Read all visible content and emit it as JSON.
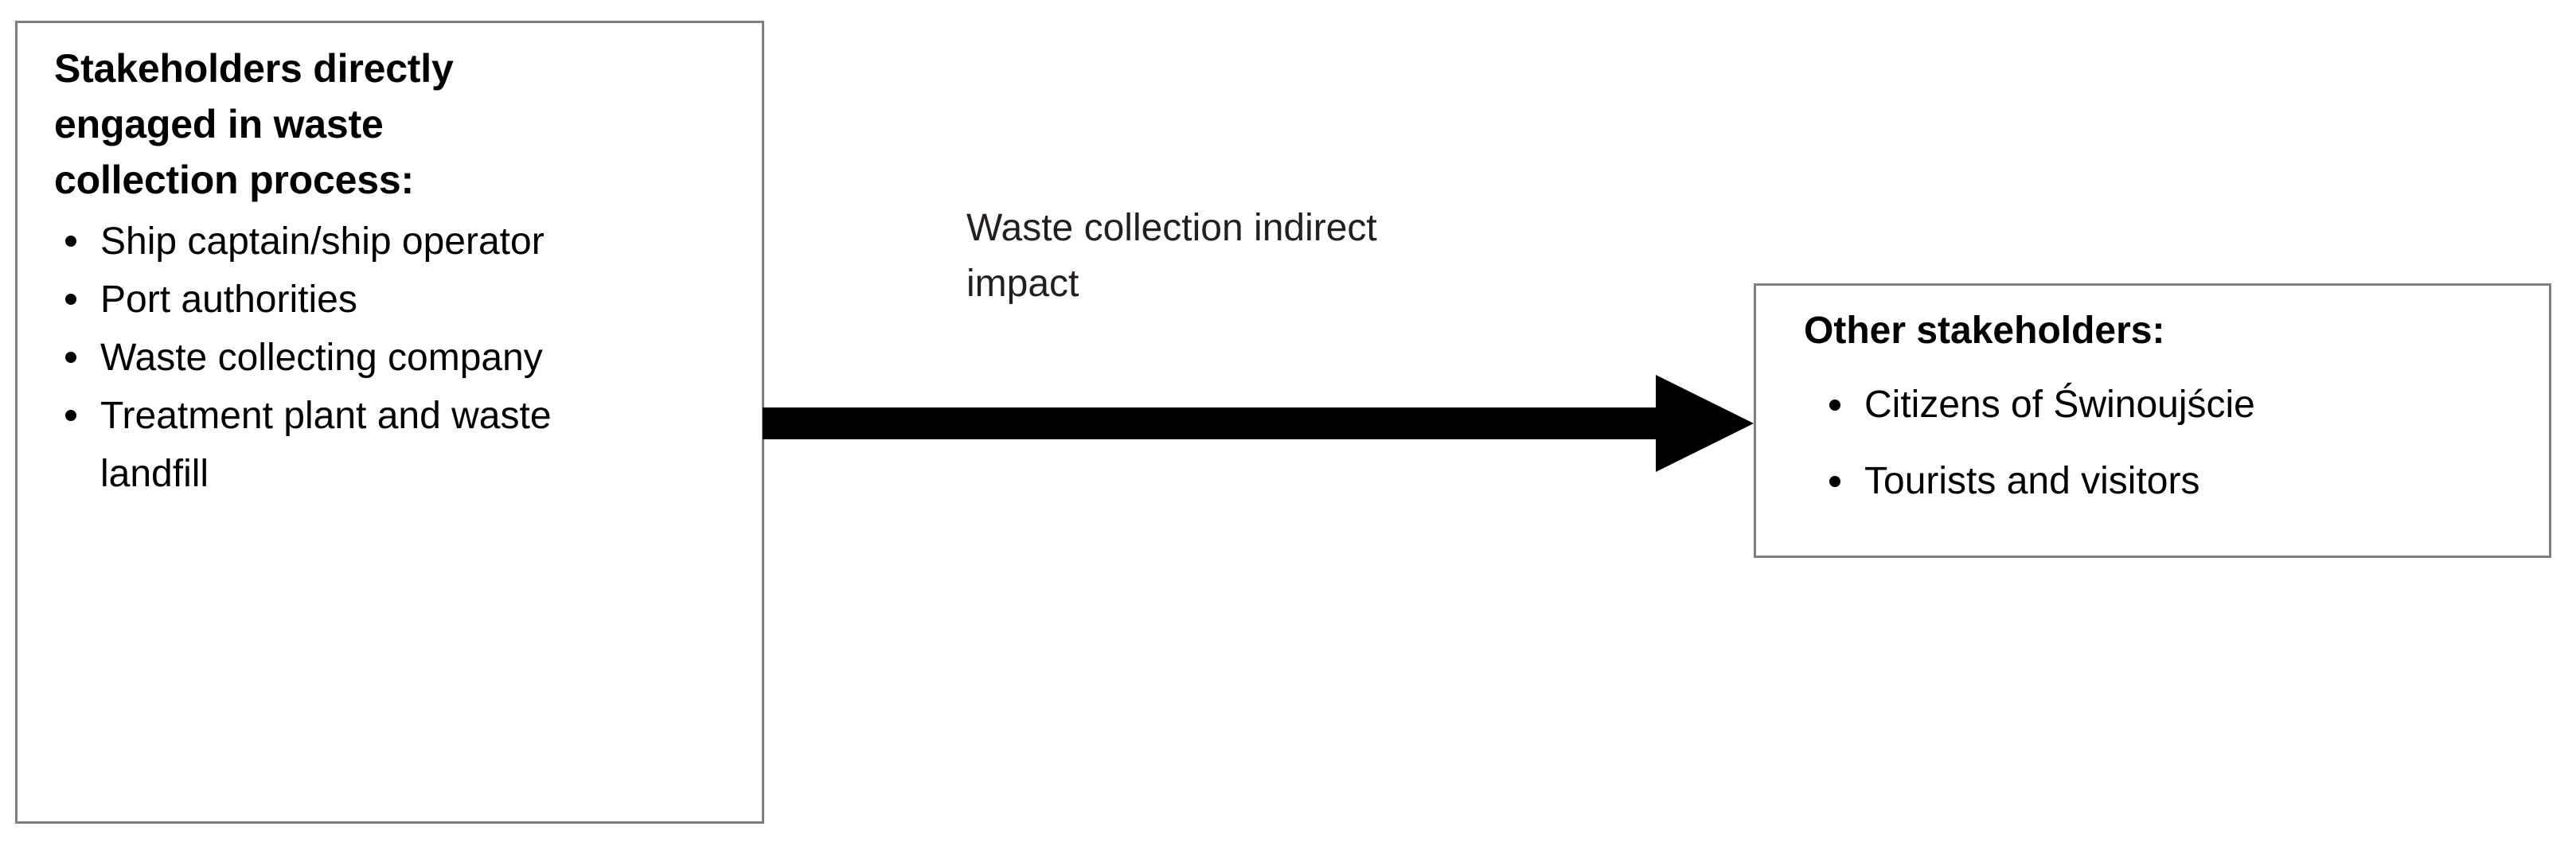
{
  "diagram": {
    "type": "flow-diagram",
    "background_color": "#ffffff",
    "border_color": "#7f7f7f",
    "text_color": "#000000",
    "arrow_color": "#000000"
  },
  "left_node": {
    "title": "Stakeholders directly engaged in waste collection process:",
    "bullets": [
      "Ship captain/ship operator",
      "Port authorities",
      "Waste collecting company",
      "Treatment plant and waste landfill"
    ]
  },
  "edge": {
    "label": "Waste collection indirect impact",
    "direction": "left-to-right",
    "style": "solid-block-arrow"
  },
  "right_node": {
    "title": "Other stakeholders:",
    "bullets": [
      "Citizens of Świnoujście",
      "Tourists and visitors"
    ]
  }
}
